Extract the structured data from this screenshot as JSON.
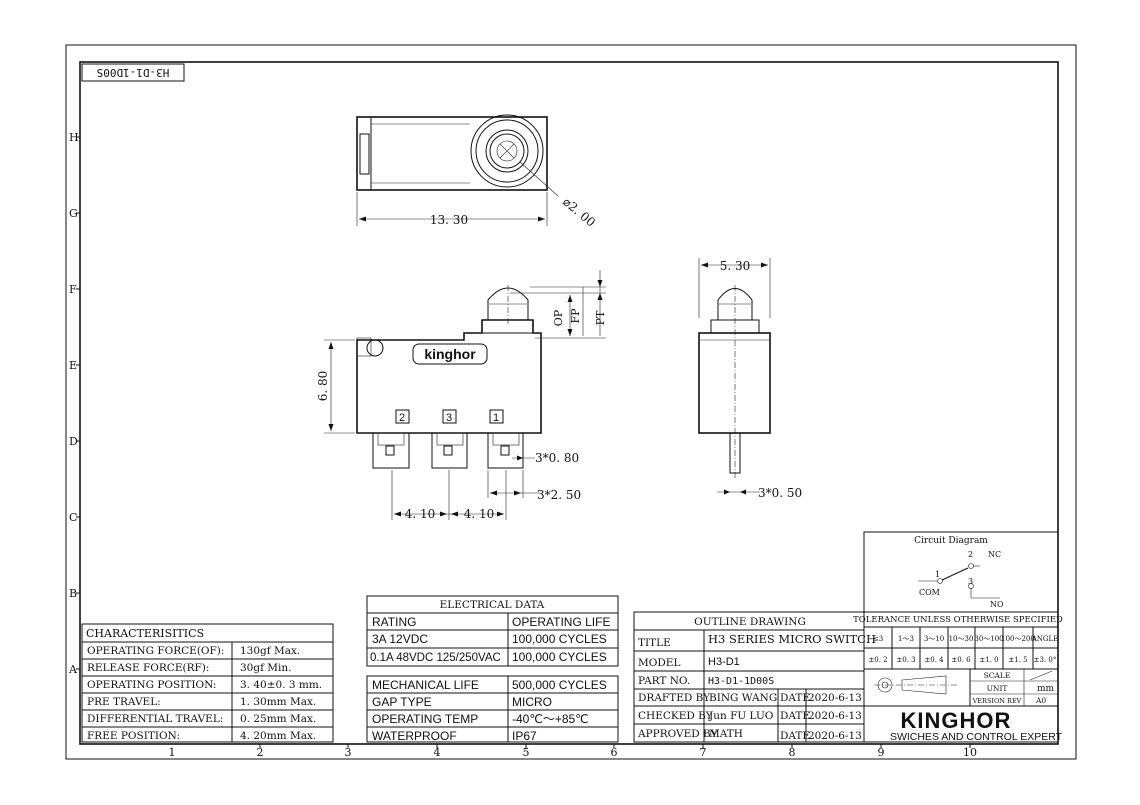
{
  "drawing_code_mirrored": "H3-D1-1D00S",
  "row_labels": [
    "H",
    "G",
    "F",
    "E",
    "D",
    "C",
    "B",
    "A"
  ],
  "col_labels": [
    "1",
    "2",
    "3",
    "4",
    "5",
    "6",
    "7",
    "8",
    "9",
    "10"
  ],
  "dimensions": {
    "top_length": "13. 30",
    "top_diameter": "⌀2. 00",
    "side_width": "5. 30",
    "height": "6. 80",
    "op": "OP",
    "fp": "FP",
    "pt": "PT",
    "pin_pitch_1": "4. 10",
    "pin_pitch_2": "4. 10",
    "pin_thickness_front": "3*0. 80",
    "pin_width": "3*2. 50",
    "pin_thickness_side": "3*0. 50"
  },
  "body_logo": "kinghor",
  "pin_numbers": [
    "2",
    "3",
    "1"
  ],
  "characteristics": {
    "title": "CHARACTERISITICS",
    "rows": [
      {
        "label": "OPERATING FORCE(OF):",
        "value": "130gf Max."
      },
      {
        "label": "RELEASE FORCE(RF):",
        "value": "30gf Min."
      },
      {
        "label": "OPERATING POSITION:",
        "value": "3. 40±0. 3 mm."
      },
      {
        "label": "PRE TRAVEL:",
        "value": "1. 30mm Max."
      },
      {
        "label": "DIFFERENTIAL TRAVEL:",
        "value": "0. 25mm Max."
      },
      {
        "label": "FREE POSITION:",
        "value": "4. 20mm Max."
      }
    ]
  },
  "electrical": {
    "title": "ELECTRICAL DATA",
    "col_rating": "RATING",
    "col_life": "OPERATING LIFE",
    "rows": [
      {
        "rating": "3A 12VDC",
        "life": "100,000 CYCLES"
      },
      {
        "rating": "0.1A 48VDC 125/250VAC",
        "life": "100,000 CYCLES"
      }
    ]
  },
  "mechanical": [
    {
      "label": "MECHANICAL LIFE",
      "value": "500,000 CYCLES"
    },
    {
      "label": "GAP TYPE",
      "value": "MICRO"
    },
    {
      "label": "OPERATING TEMP",
      "value": "-40℃～+85℃"
    },
    {
      "label": "WATERPROOF",
      "value": "IP67"
    }
  ],
  "title_block": {
    "outline": "OUTLINE DRAWING",
    "title_label": "TITLE",
    "title_value": "H3 SERIES MICRO SWITCH",
    "model_label": "MODEL",
    "model_value": "H3-D1",
    "part_label": "PART NO.",
    "part_value": "H3-D1-1D00S",
    "drafted_label": "DRAFTED BY",
    "drafted_value": "BING WANG",
    "checked_label": "CHECKED BY",
    "checked_value": "Jun FU LUO",
    "approved_label": "APPROVED BY",
    "approved_value": "MATH",
    "date_label": "DATE",
    "date_value": "2020-6-13"
  },
  "circuit": {
    "title": "Circuit Diagram",
    "nc_num": "2",
    "nc": "NC",
    "com_num": "1",
    "com": "COM",
    "no_num": "3",
    "no": "NO"
  },
  "tolerance": {
    "title": "TOLERANCE UNLESS OTHERWISE SPECIFIED",
    "headers": [
      "≤3",
      "1～3",
      "3～10",
      "10～30",
      "30～100",
      "100～200",
      "ANGLE"
    ],
    "values": [
      "±0. 2",
      "±0. 3",
      "±0. 4",
      "±0. 6",
      "±1. 0",
      "±1. 5",
      "±3. 0°"
    ]
  },
  "scale_label": "SCALE",
  "unit_label": "UNIT",
  "unit_value": "mm",
  "version_label": "VERSION REV",
  "version_value": "A0",
  "company": "KINGHOR",
  "slogan": "SWICHES AND CONTROL EXPERT"
}
